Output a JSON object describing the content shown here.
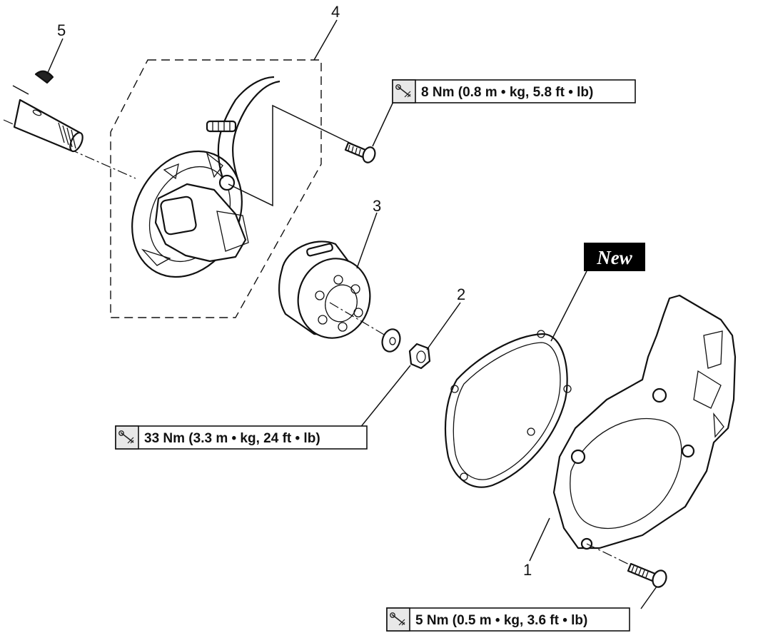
{
  "callouts": {
    "part_1": "1",
    "part_2": "2",
    "part_3": "3",
    "part_4": "4",
    "part_5": "5"
  },
  "torque_specs": {
    "bolt_stator": "8 Nm (0.8 m • kg, 5.8 ft • lb)",
    "nut_rotor": "33 Nm (3.3 m • kg, 24 ft • lb)",
    "bolt_cover": "5 Nm (0.5 m • kg, 3.6 ft • lb)"
  },
  "new_badge": "New",
  "icons": {
    "torque": "torque-wrench-icon"
  }
}
